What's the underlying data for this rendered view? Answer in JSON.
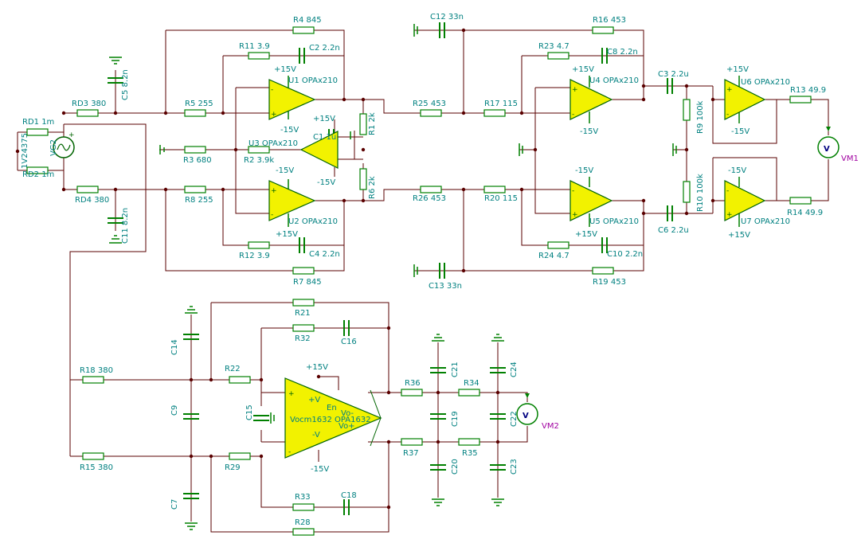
{
  "components": {
    "RD1": "RD1 1m",
    "RD2": "RD2 1m",
    "VG1": "1V24375",
    "VG2": "VG2",
    "RD3": "RD3 380",
    "RD4": "RD4 380",
    "C5": "C5 8.2n",
    "C11": "C11 8.2n",
    "R4": "R4 845",
    "R11": "R11 3.9",
    "C2": "C2 2.2n",
    "R5": "R5 255",
    "U1": "U1 OPAx210",
    "R1": "R1 2k",
    "U3": "U3 OPAx210",
    "C1": "C1 1u",
    "R3": "R3 680",
    "R2": "R2 3.9k",
    "R6": "R6 2k",
    "R8": "R8 255",
    "U2": "U2 OPAx210",
    "R12": "R12 3.9",
    "C4": "C4 2.2n",
    "R7": "R7 845",
    "C12": "C12 33n",
    "C13": "C13 33n",
    "R25": "R25 453",
    "R26": "R26 453",
    "R17": "R17 115",
    "R20": "R20 115",
    "R23": "R23 4.7",
    "C8": "C8 2.2n",
    "R16": "R16 453",
    "U4": "U4 OPAx210",
    "U5": "U5 OPAx210",
    "R24": "R24 4.7",
    "C10": "C10 2.2n",
    "R19": "R19 453",
    "C3": "C3 2.2u",
    "C6": "C6 2.2u",
    "R9": "R9 100k",
    "R10": "R10 100k",
    "U6": "U6 OPAx210",
    "U7": "U7 OPAx210",
    "R13": "R13 49.9",
    "R14": "R14 49.9",
    "VM1": "VM1",
    "VM2": "VM2",
    "R18": "R18 380",
    "R15": "R15 380",
    "C14": "C14",
    "C9": "C9",
    "C7": "C7",
    "R21": "R21",
    "R32": "R32",
    "C16": "C16",
    "R22": "R22",
    "R29": "R29",
    "C15": "C15",
    "U8": "Vocm1632 OPA1632",
    "R33": "R33",
    "C18": "C18",
    "R28": "R28",
    "R36": "R36",
    "R37": "R37",
    "R34": "R34",
    "R35": "R35",
    "C21": "C21",
    "C19": "C19",
    "C20": "C20",
    "C24": "C24",
    "C22": "C22",
    "C23": "C23"
  },
  "supplies": {
    "pos": "+15V",
    "neg": "-15V"
  },
  "pins": {
    "plus_v": "+V",
    "minus_v": "-V",
    "en": "En",
    "vo_minus": "Vo-",
    "vo_plus": "Vo+"
  },
  "meter_symbol": "V",
  "colors": {
    "wire": "#5a0000",
    "component": "#008000",
    "label": "#008080",
    "opamp_fill": "#f2f200",
    "meter_label": "#a000a0"
  }
}
